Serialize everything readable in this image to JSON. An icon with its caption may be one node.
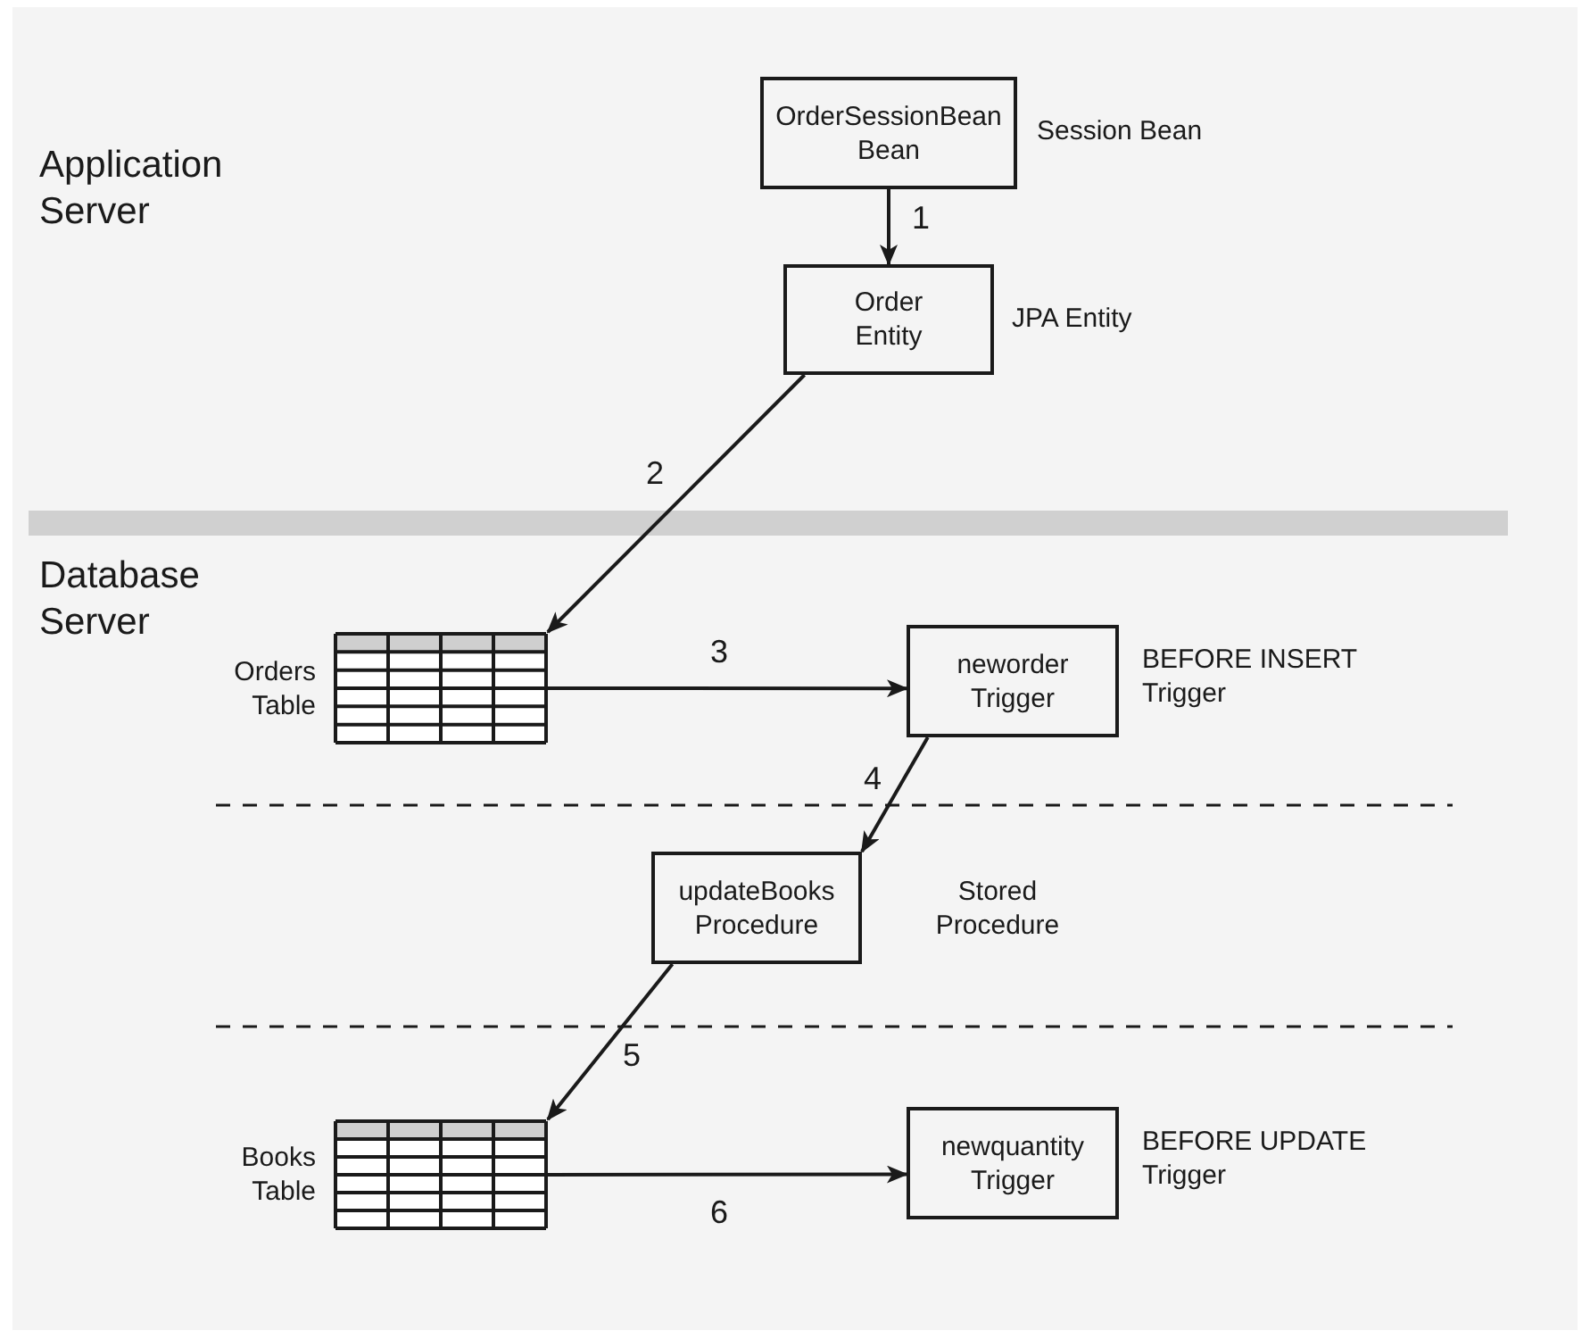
{
  "diagram": {
    "nodes": [
      {
        "text": [
          "OrderSessionBean Bean"
        ],
        "beside": [
          "Session Bean"
        ]
      },
      {
        "text": [
          "Order Entity"
        ],
        "beside": [
          "JPA Entity"
        ]
      },
      {
        "text": [],
        "shape": "table",
        "beside": [
          "Orders Table"
        ]
      },
      {
        "text": [
          "neworder Trigger"
        ],
        "beside": [
          "BEFORE INSERT Trigger"
        ]
      },
      {
        "text": [
          "updateBooks Procedure"
        ],
        "beside": [
          "Stored Procedure"
        ]
      },
      {
        "text": [],
        "shape": "table",
        "beside": [
          "Books Table"
        ]
      },
      {
        "text": [
          "newquantity Trigger"
        ],
        "beside": [
          "BEFORE UPDATE Trigger"
        ]
      }
    ],
    "edges": [
      {
        "from": 0,
        "to": 1,
        "arrow": "to",
        "label": "1"
      },
      {
        "from": 1,
        "to": 2,
        "arrow": "to",
        "label": "2"
      },
      {
        "from": 2,
        "to": 3,
        "arrow": "to",
        "label": "3"
      },
      {
        "from": 3,
        "to": 4,
        "arrow": "to",
        "label": "4"
      },
      {
        "from": 4,
        "to": 5,
        "arrow": "to",
        "label": "5"
      },
      {
        "from": 5,
        "to": 6,
        "arrow": "to",
        "label": "6"
      }
    ],
    "labels": [
      "Application Server",
      "Database Server"
    ]
  }
}
